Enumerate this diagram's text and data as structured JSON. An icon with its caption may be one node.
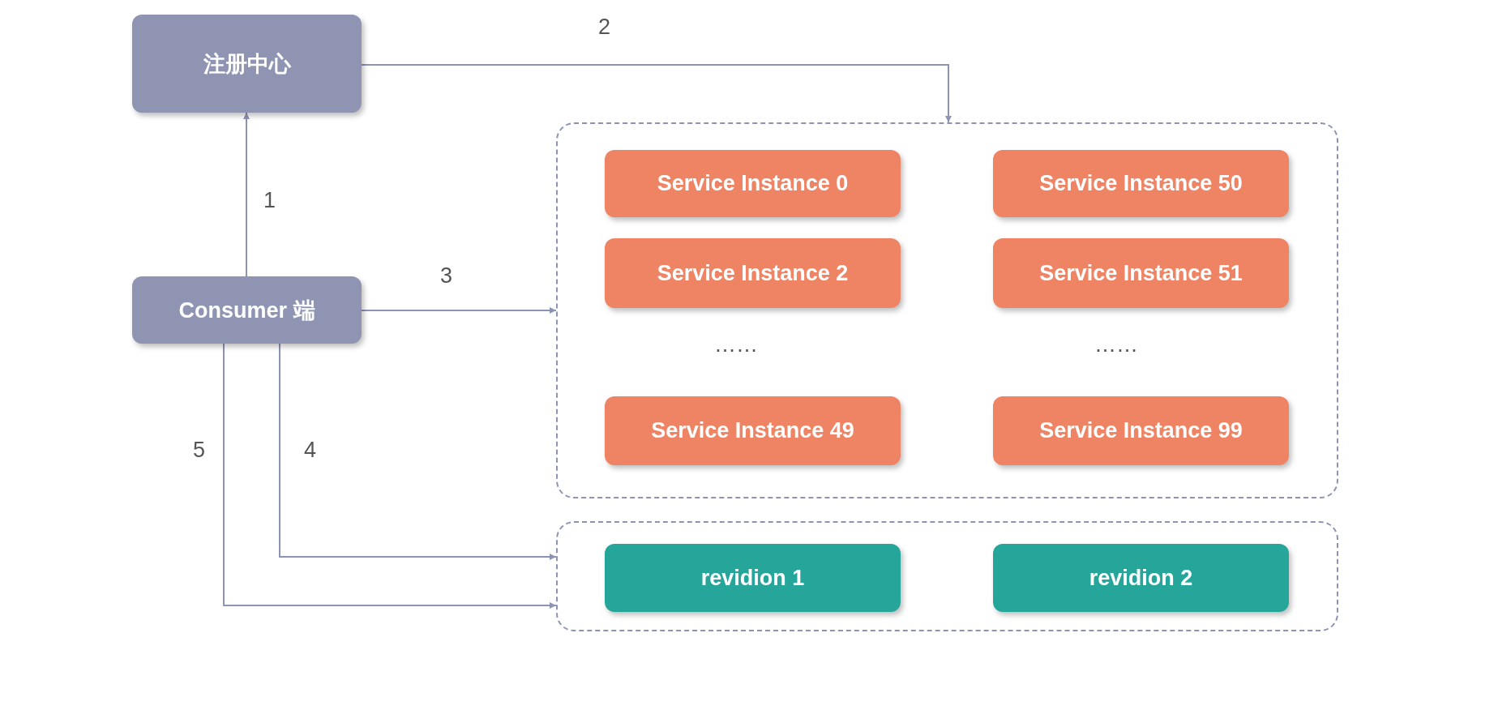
{
  "diagram": {
    "nodes": [
      {
        "text": [
          "注册中心"
        ]
      },
      {
        "text": [
          "Consumer 端"
        ]
      },
      {
        "text": [],
        "shape": "box"
      },
      {
        "text": [
          "Service Instance 0"
        ],
        "in": 2
      },
      {
        "text": [
          "Service Instance 50"
        ],
        "in": 2
      },
      {
        "text": [
          "Service Instance 2"
        ],
        "in": 2
      },
      {
        "text": [
          "Service Instance 51"
        ],
        "in": 2
      },
      {
        "text": [
          "Service Instance 49"
        ],
        "in": 2
      },
      {
        "text": [
          "Service Instance 99"
        ],
        "in": 2
      },
      {
        "text": [],
        "shape": "box"
      },
      {
        "text": [
          "revidion 1"
        ],
        "in": 9
      },
      {
        "text": [
          "revidion 2"
        ],
        "in": 9
      }
    ],
    "edges": [
      {
        "from": 1,
        "to": 0,
        "arrow": "to",
        "label": "1"
      },
      {
        "from": 0,
        "to": 2,
        "arrow": "to",
        "label": "2"
      },
      {
        "from": 1,
        "to": 2,
        "arrow": "to",
        "label": "3"
      },
      {
        "from": 1,
        "to": 9,
        "arrow": "to",
        "label": "4"
      },
      {
        "from": 1,
        "to": 9,
        "arrow": "to",
        "label": "5"
      }
    ],
    "labels": [
      "……",
      "……"
    ]
  }
}
